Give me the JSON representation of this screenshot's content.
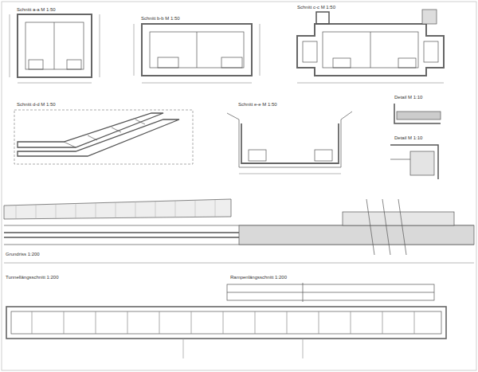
{
  "diagram": {
    "labels": [
      "Schnitt a-a  M 1:50",
      "Schnitt b-b  M 1:50",
      "Schnitt c-c  M 1:50",
      "Schnitt d-d  M 1:50",
      "Schnitt e-e  M 1:50",
      "Detail  M 1:10",
      "Detail  M 1:10",
      "Grundriss  1:200",
      "Tunnellängsschnitt  1:200",
      "Rampenlängsschnitt  1:200"
    ]
  }
}
